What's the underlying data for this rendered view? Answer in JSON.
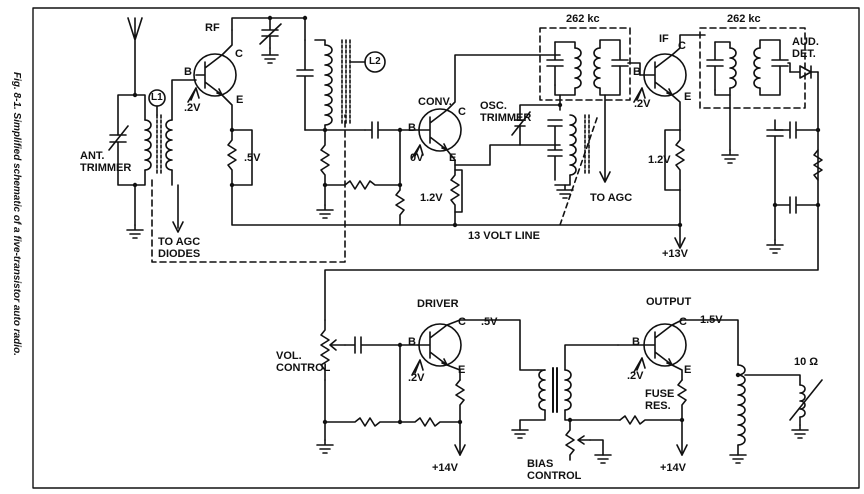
{
  "caption": "Fig. 8-1. Simplified schematic of a five-transistor auto radio.",
  "labels": {
    "ant_trimmer": "ANT.\nTRIMMER",
    "l1": "L1",
    "l2": "L2",
    "rf": "RF",
    "rf_b": "B",
    "rf_c": "C",
    "rf_e": "E",
    "rf_bias": ".2V",
    "rf_emitter_v": ".5V",
    "agc_diodes": "TO AGC\nDIODES",
    "conv": "CONV.",
    "conv_b": "B",
    "conv_c": "C",
    "conv_e": "E",
    "conv_bias": "0V",
    "conv_emitter_v": "1.2V",
    "osc_trimmer": "OSC.\nTRIMMER",
    "if1_freq": "262 kc",
    "if2_freq": "262 kc",
    "to_agc": "TO AGC",
    "if": "IF",
    "if_b": "B",
    "if_c": "C",
    "if_e": "E",
    "if_bias": ".2V",
    "if_emitter_v": "1.2V",
    "aud_det": "AUD.\nDET.",
    "volt_line": "13 VOLT LINE",
    "supply_13": "+13V",
    "driver": "DRIVER",
    "driver_b": "B",
    "driver_c": "C",
    "driver_e": "E",
    "driver_c_v": ".5V",
    "driver_bias": ".2V",
    "vol_control": "VOL.\nCONTROL",
    "supply_14a": "+14V",
    "bias_control": "BIAS\nCONTROL",
    "output": "OUTPUT",
    "output_b": "B",
    "output_c": "C",
    "output_e": "E",
    "output_c_v": "1.5V",
    "output_bias": ".2V",
    "fuse_res": "FUSE\nRES.",
    "supply_14b": "+14V",
    "speaker_imp": "10 Ω"
  }
}
